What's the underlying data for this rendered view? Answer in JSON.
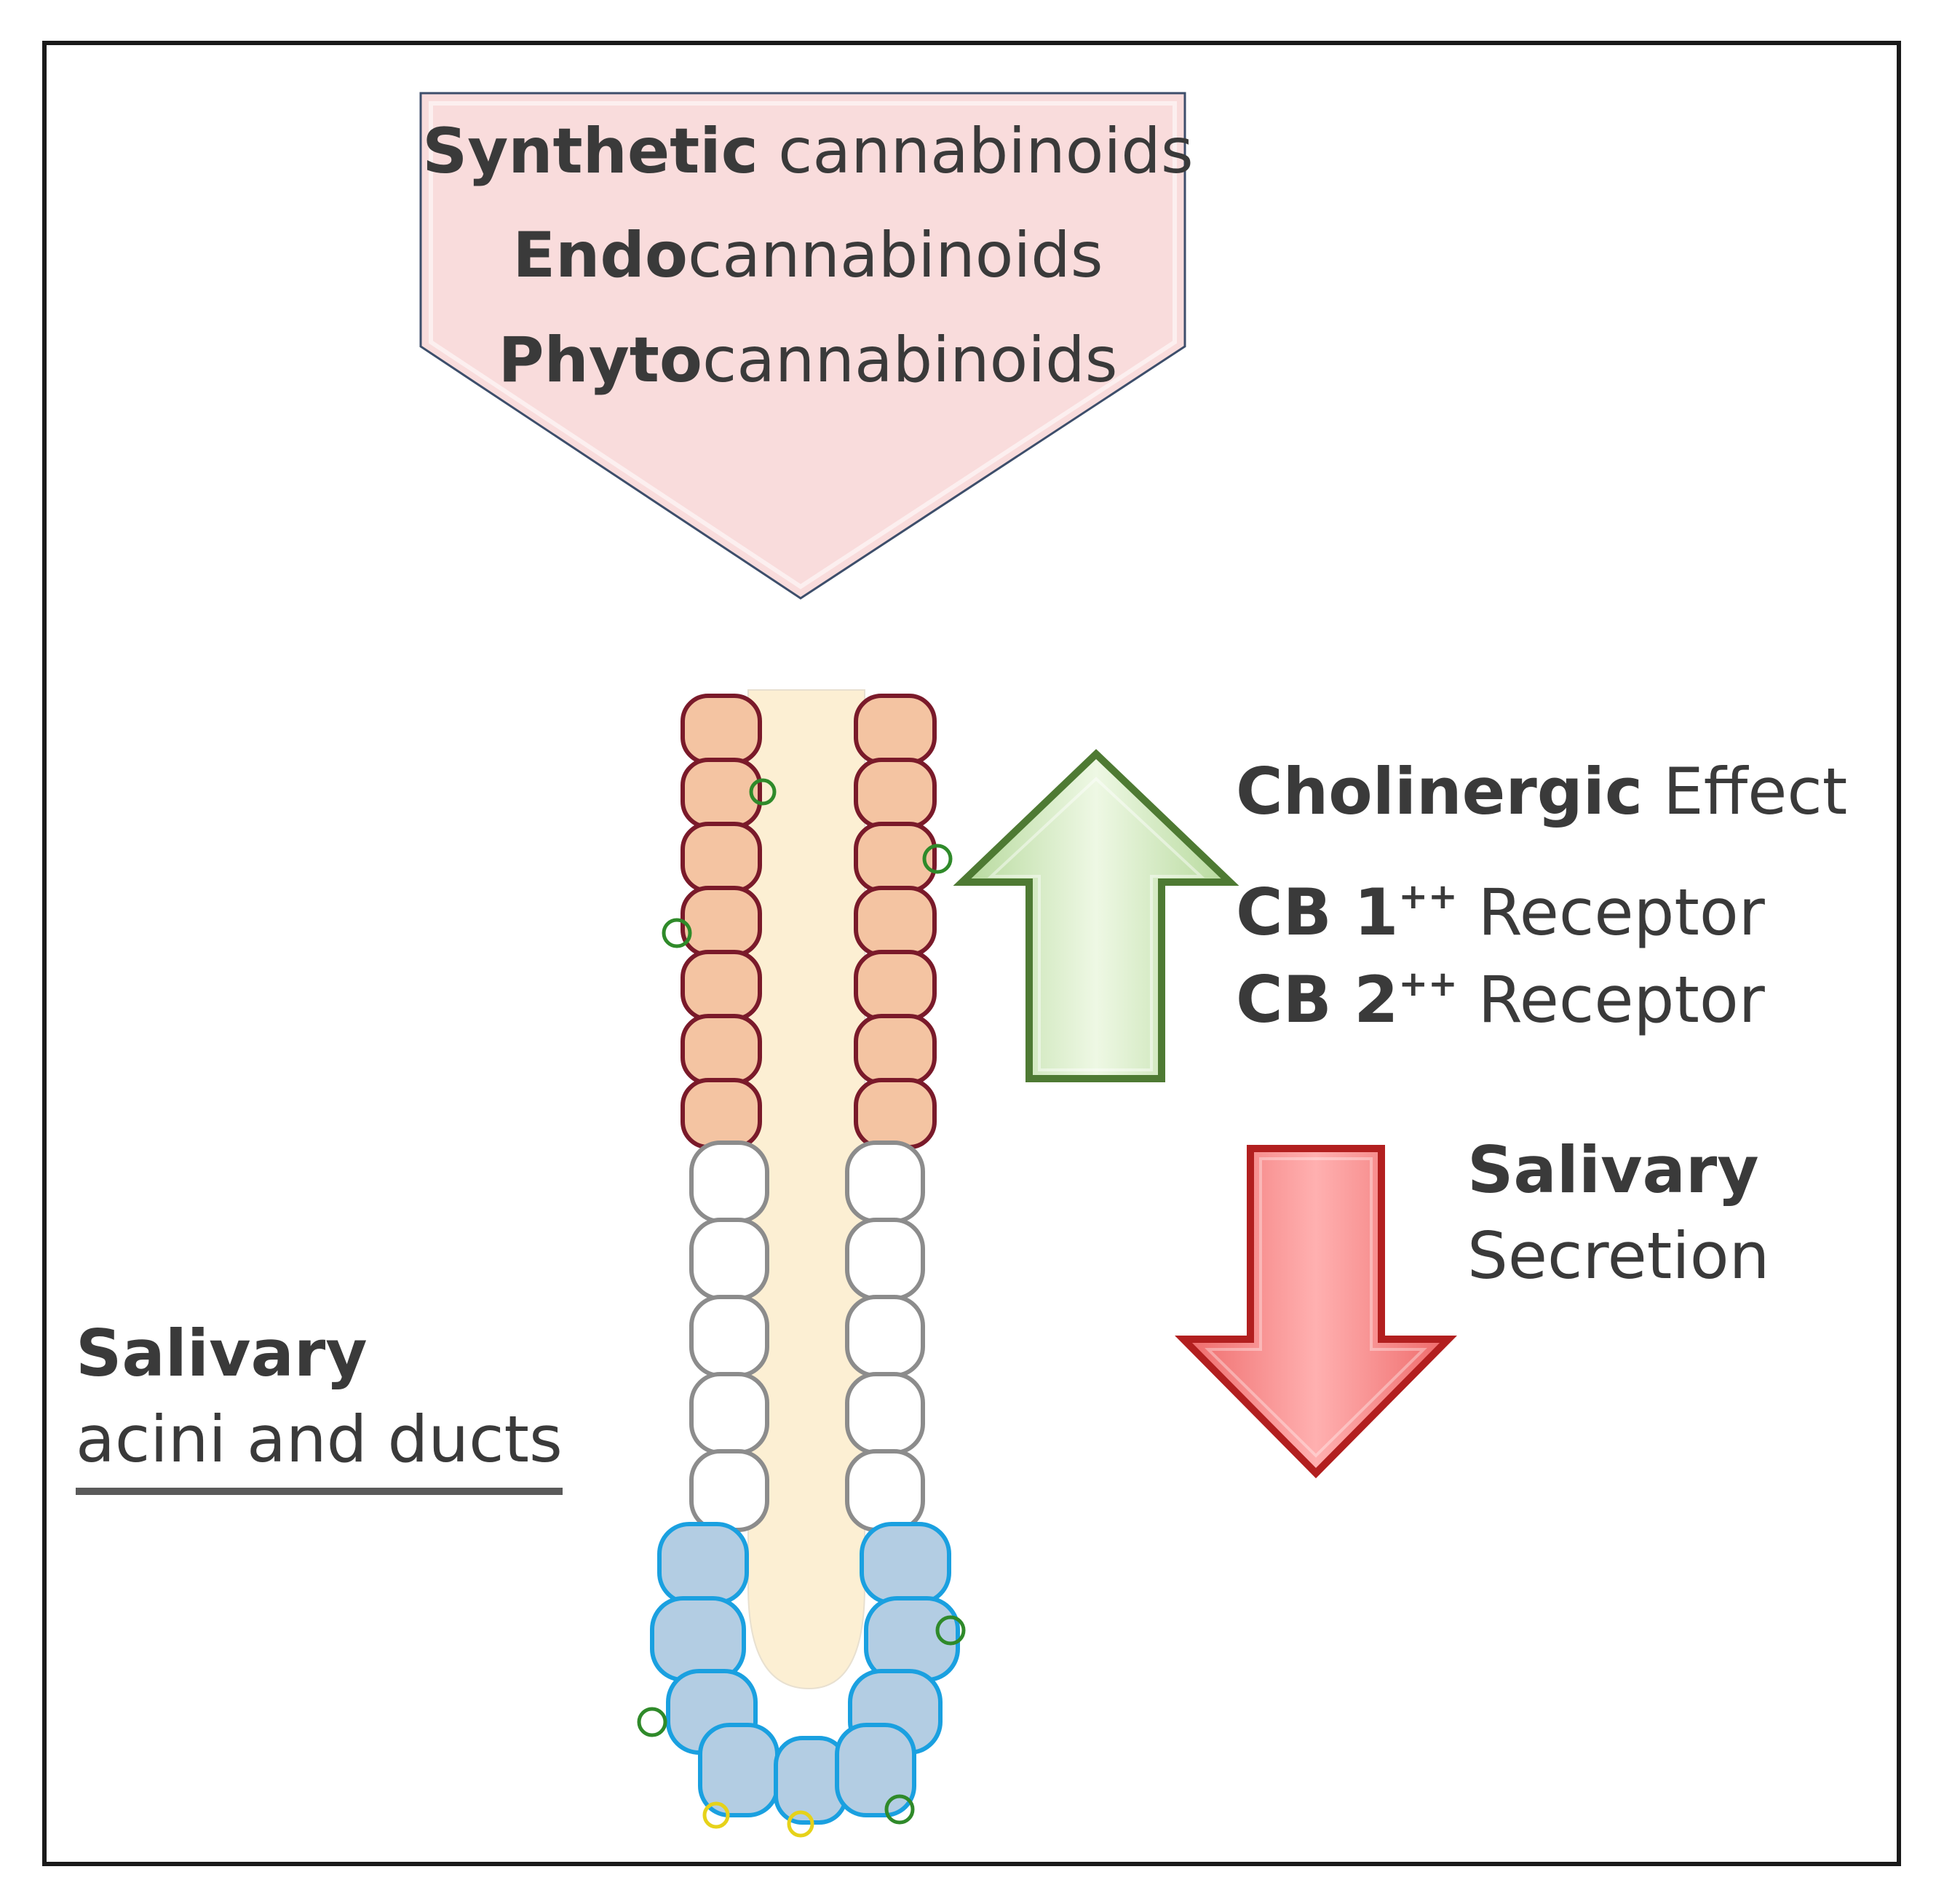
{
  "source_box": {
    "lines": [
      {
        "bold": "Synthetic",
        "normal": " cannabinoids"
      },
      {
        "bold": "Endo",
        "normal": "cannabinoids"
      },
      {
        "bold": "Phyto",
        "normal": "cannabinoids"
      }
    ]
  },
  "effects": {
    "cholinergic": {
      "bold": "Cholinergic",
      "normal": " Effect"
    },
    "cb1": {
      "bold": "CB 1",
      "sup": "++",
      "normal": " Receptor"
    },
    "cb2": {
      "bold": "CB 2",
      "sup": "++",
      "normal": " Receptor"
    },
    "salivary": {
      "bold": "Salivary",
      "normal": "Secretion"
    }
  },
  "gland_label": {
    "bold": "Salivary",
    "normal": "acini and ducts"
  },
  "colors": {
    "pentagon_fill": "#f9dcdc",
    "pentagon_stroke": "#3d4e6b",
    "up_arrow_fill": "#cfe7b8",
    "up_arrow_stroke": "#4e7a33",
    "down_arrow_fill": "#f58080",
    "down_arrow_stroke": "#b21f1f",
    "lumen": "#fcefd3",
    "duct_cells": "#f4c4a2",
    "duct_outline": "#7a1a2a",
    "middle_cells": "#ffffff",
    "middle_outline": "#8c8c8c",
    "acinar_cells": "#b3cde3",
    "acinar_outline": "#1aa0e0"
  }
}
